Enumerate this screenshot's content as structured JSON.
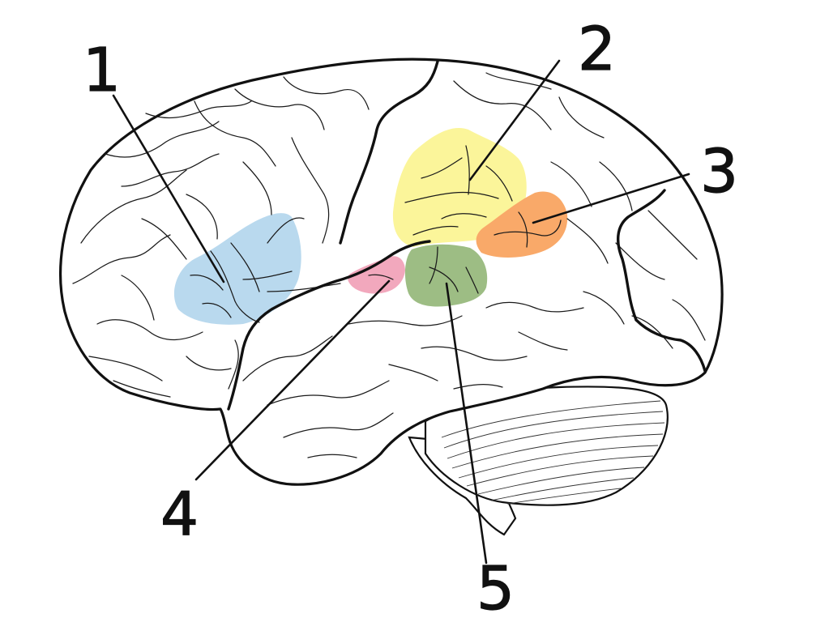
{
  "labels": [
    {
      "id": "1",
      "text": "1"
    },
    {
      "id": "2",
      "text": "2"
    },
    {
      "id": "3",
      "text": "3"
    },
    {
      "id": "4",
      "text": "4"
    },
    {
      "id": "5",
      "text": "5"
    }
  ],
  "region_colors": {
    "region_1": "#b9d9ee",
    "region_2": "#fbf59a",
    "region_3": "#f9a969",
    "region_4": "#f2a8bd",
    "region_5": "#9dbd84"
  }
}
